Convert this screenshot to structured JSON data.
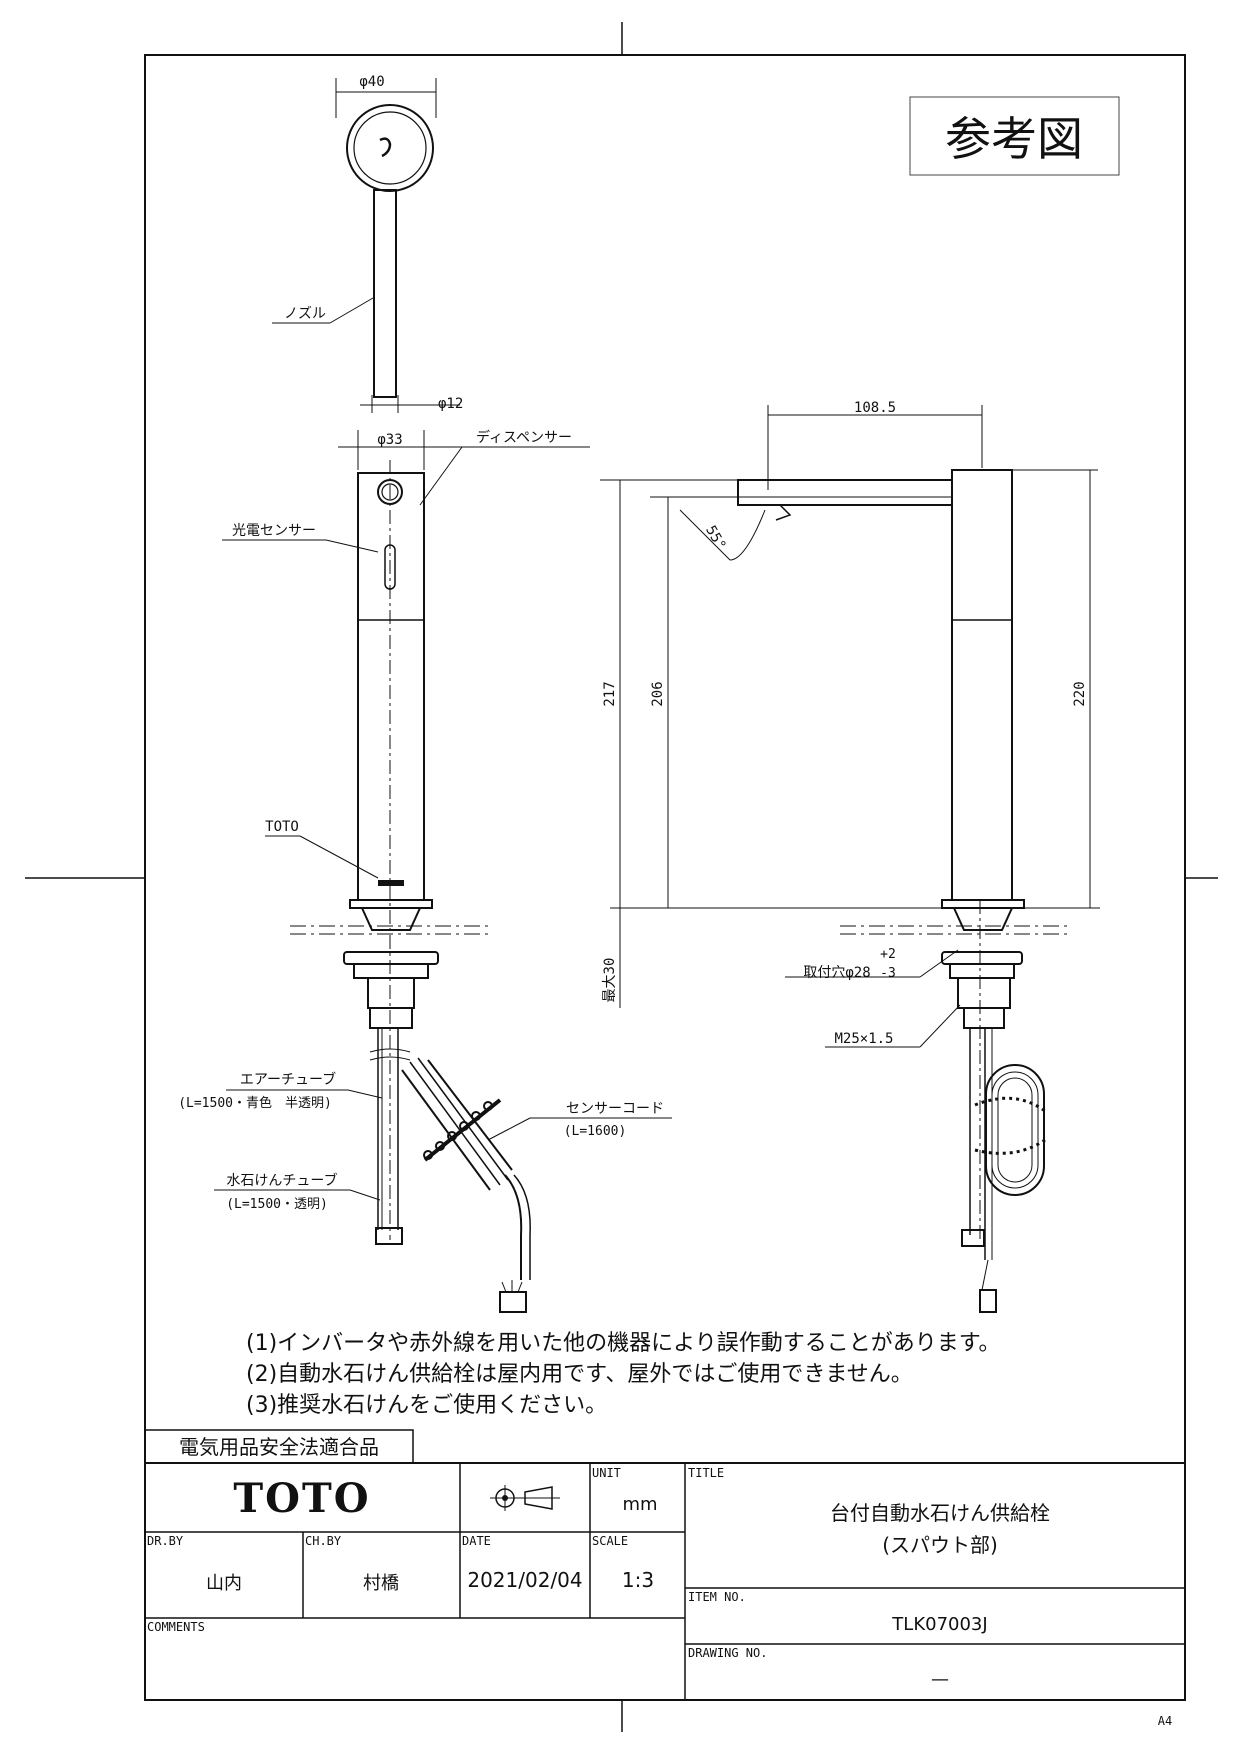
{
  "stamp": "参考図",
  "labels": {
    "d40": "φ40",
    "nozzle": "ノズル",
    "d12": "φ12",
    "d33": "φ33",
    "dispenser": "ディスペンサー",
    "sensor": "光電センサー",
    "toto_mark": "TOTO",
    "air_tube_1": "エアーチューブ",
    "air_tube_2": "(L=1500・青色　半透明)",
    "soap_tube_1": "水石けんチューブ",
    "soap_tube_2": "(L=1500・透明)",
    "sensor_cord_1": "センサーコード",
    "sensor_cord_2": "(L=1600)"
  },
  "dimensions": {
    "reach": "108.5",
    "angle": "55°",
    "h217": "217",
    "h206": "206",
    "h220": "220",
    "max30": "最大30",
    "hole": "取付穴φ28",
    "tol_plus": "+2",
    "tol_minus": "-3",
    "thread": "M25×1.5"
  },
  "notes": [
    "(1)インバータや赤外線を用いた他の機器により誤作動することがあります。",
    "(2)自動水石けん供給栓は屋内用です、屋外ではご使用できません。",
    "(3)推奨水石けんをご使用ください。"
  ],
  "certification": "電気用品安全法適合品",
  "title_block": {
    "logo": "TOTO",
    "unit_label": "UNIT",
    "unit_value": "mm",
    "title_label": "TITLE",
    "title_line1": "台付自動水石けん供給栓",
    "title_line2": "(スパウト部)",
    "drby_label": "DR.BY",
    "drby_value": "山内",
    "chby_label": "CH.BY",
    "chby_value": "村橋",
    "date_label": "DATE",
    "date_value": "2021/02/04",
    "scale_label": "SCALE",
    "scale_value": "1:3",
    "item_label": "ITEM NO.",
    "item_value": "TLK07003J",
    "comments_label": "COMMENTS",
    "drawing_label": "DRAWING NO.",
    "drawing_value": "—"
  },
  "sheet_size": "A4"
}
